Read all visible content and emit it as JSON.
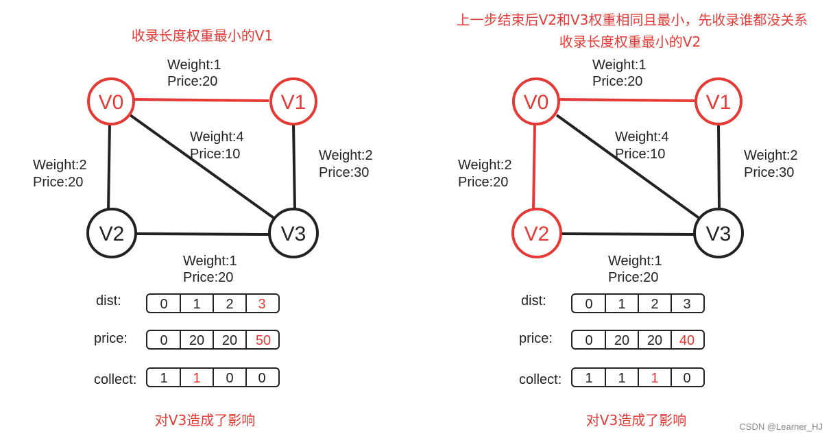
{
  "colors": {
    "highlight": "#e53935",
    "normal": "#222222"
  },
  "panels": [
    {
      "titles": [
        "收录长度权重最小的V1"
      ],
      "nodes": {
        "v0": "V0",
        "v1": "V1",
        "v2": "V2",
        "v3": "V3"
      },
      "edges": {
        "v0_v1": {
          "weight": "Weight:1",
          "price": "Price:20"
        },
        "v0_v3": {
          "weight": "Weight:4",
          "price": "Price:10"
        },
        "v1_v3": {
          "weight": "Weight:2",
          "price": "Price:30"
        },
        "v0_v2": {
          "weight": "Weight:2",
          "price": "Price:20"
        },
        "v2_v3": {
          "weight": "Weight:1",
          "price": "Price:20"
        }
      },
      "arrays": {
        "dist": {
          "label": "dist:",
          "values": [
            "0",
            "1",
            "2",
            "3"
          ]
        },
        "price": {
          "label": "price:",
          "values": [
            "0",
            "20",
            "20",
            "50"
          ]
        },
        "collect": {
          "label": "collect:",
          "values": [
            "1",
            "1",
            "0",
            "0"
          ]
        }
      },
      "footer": "对V3造成了影响"
    },
    {
      "titles": [
        "上一步结束后V2和V3权重相同且最小，先收录谁都没关系",
        "收录长度权重最小的V2"
      ],
      "nodes": {
        "v0": "V0",
        "v1": "V1",
        "v2": "V2",
        "v3": "V3"
      },
      "edges": {
        "v0_v1": {
          "weight": "Weight:1",
          "price": "Price:20"
        },
        "v0_v3": {
          "weight": "Weight:4",
          "price": "Price:10"
        },
        "v1_v3": {
          "weight": "Weight:2",
          "price": "Price:30"
        },
        "v0_v2": {
          "weight": "Weight:2",
          "price": "Price:20"
        },
        "v2_v3": {
          "weight": "Weight:1",
          "price": "Price:20"
        }
      },
      "arrays": {
        "dist": {
          "label": "dist:",
          "values": [
            "0",
            "1",
            "2",
            "3"
          ]
        },
        "price": {
          "label": "price:",
          "values": [
            "0",
            "20",
            "20",
            "40"
          ]
        },
        "collect": {
          "label": "collect:",
          "values": [
            "1",
            "1",
            "1",
            "0"
          ]
        }
      },
      "footer": "对V3造成了影响"
    }
  ],
  "watermark": "CSDN @Learner_HJ"
}
